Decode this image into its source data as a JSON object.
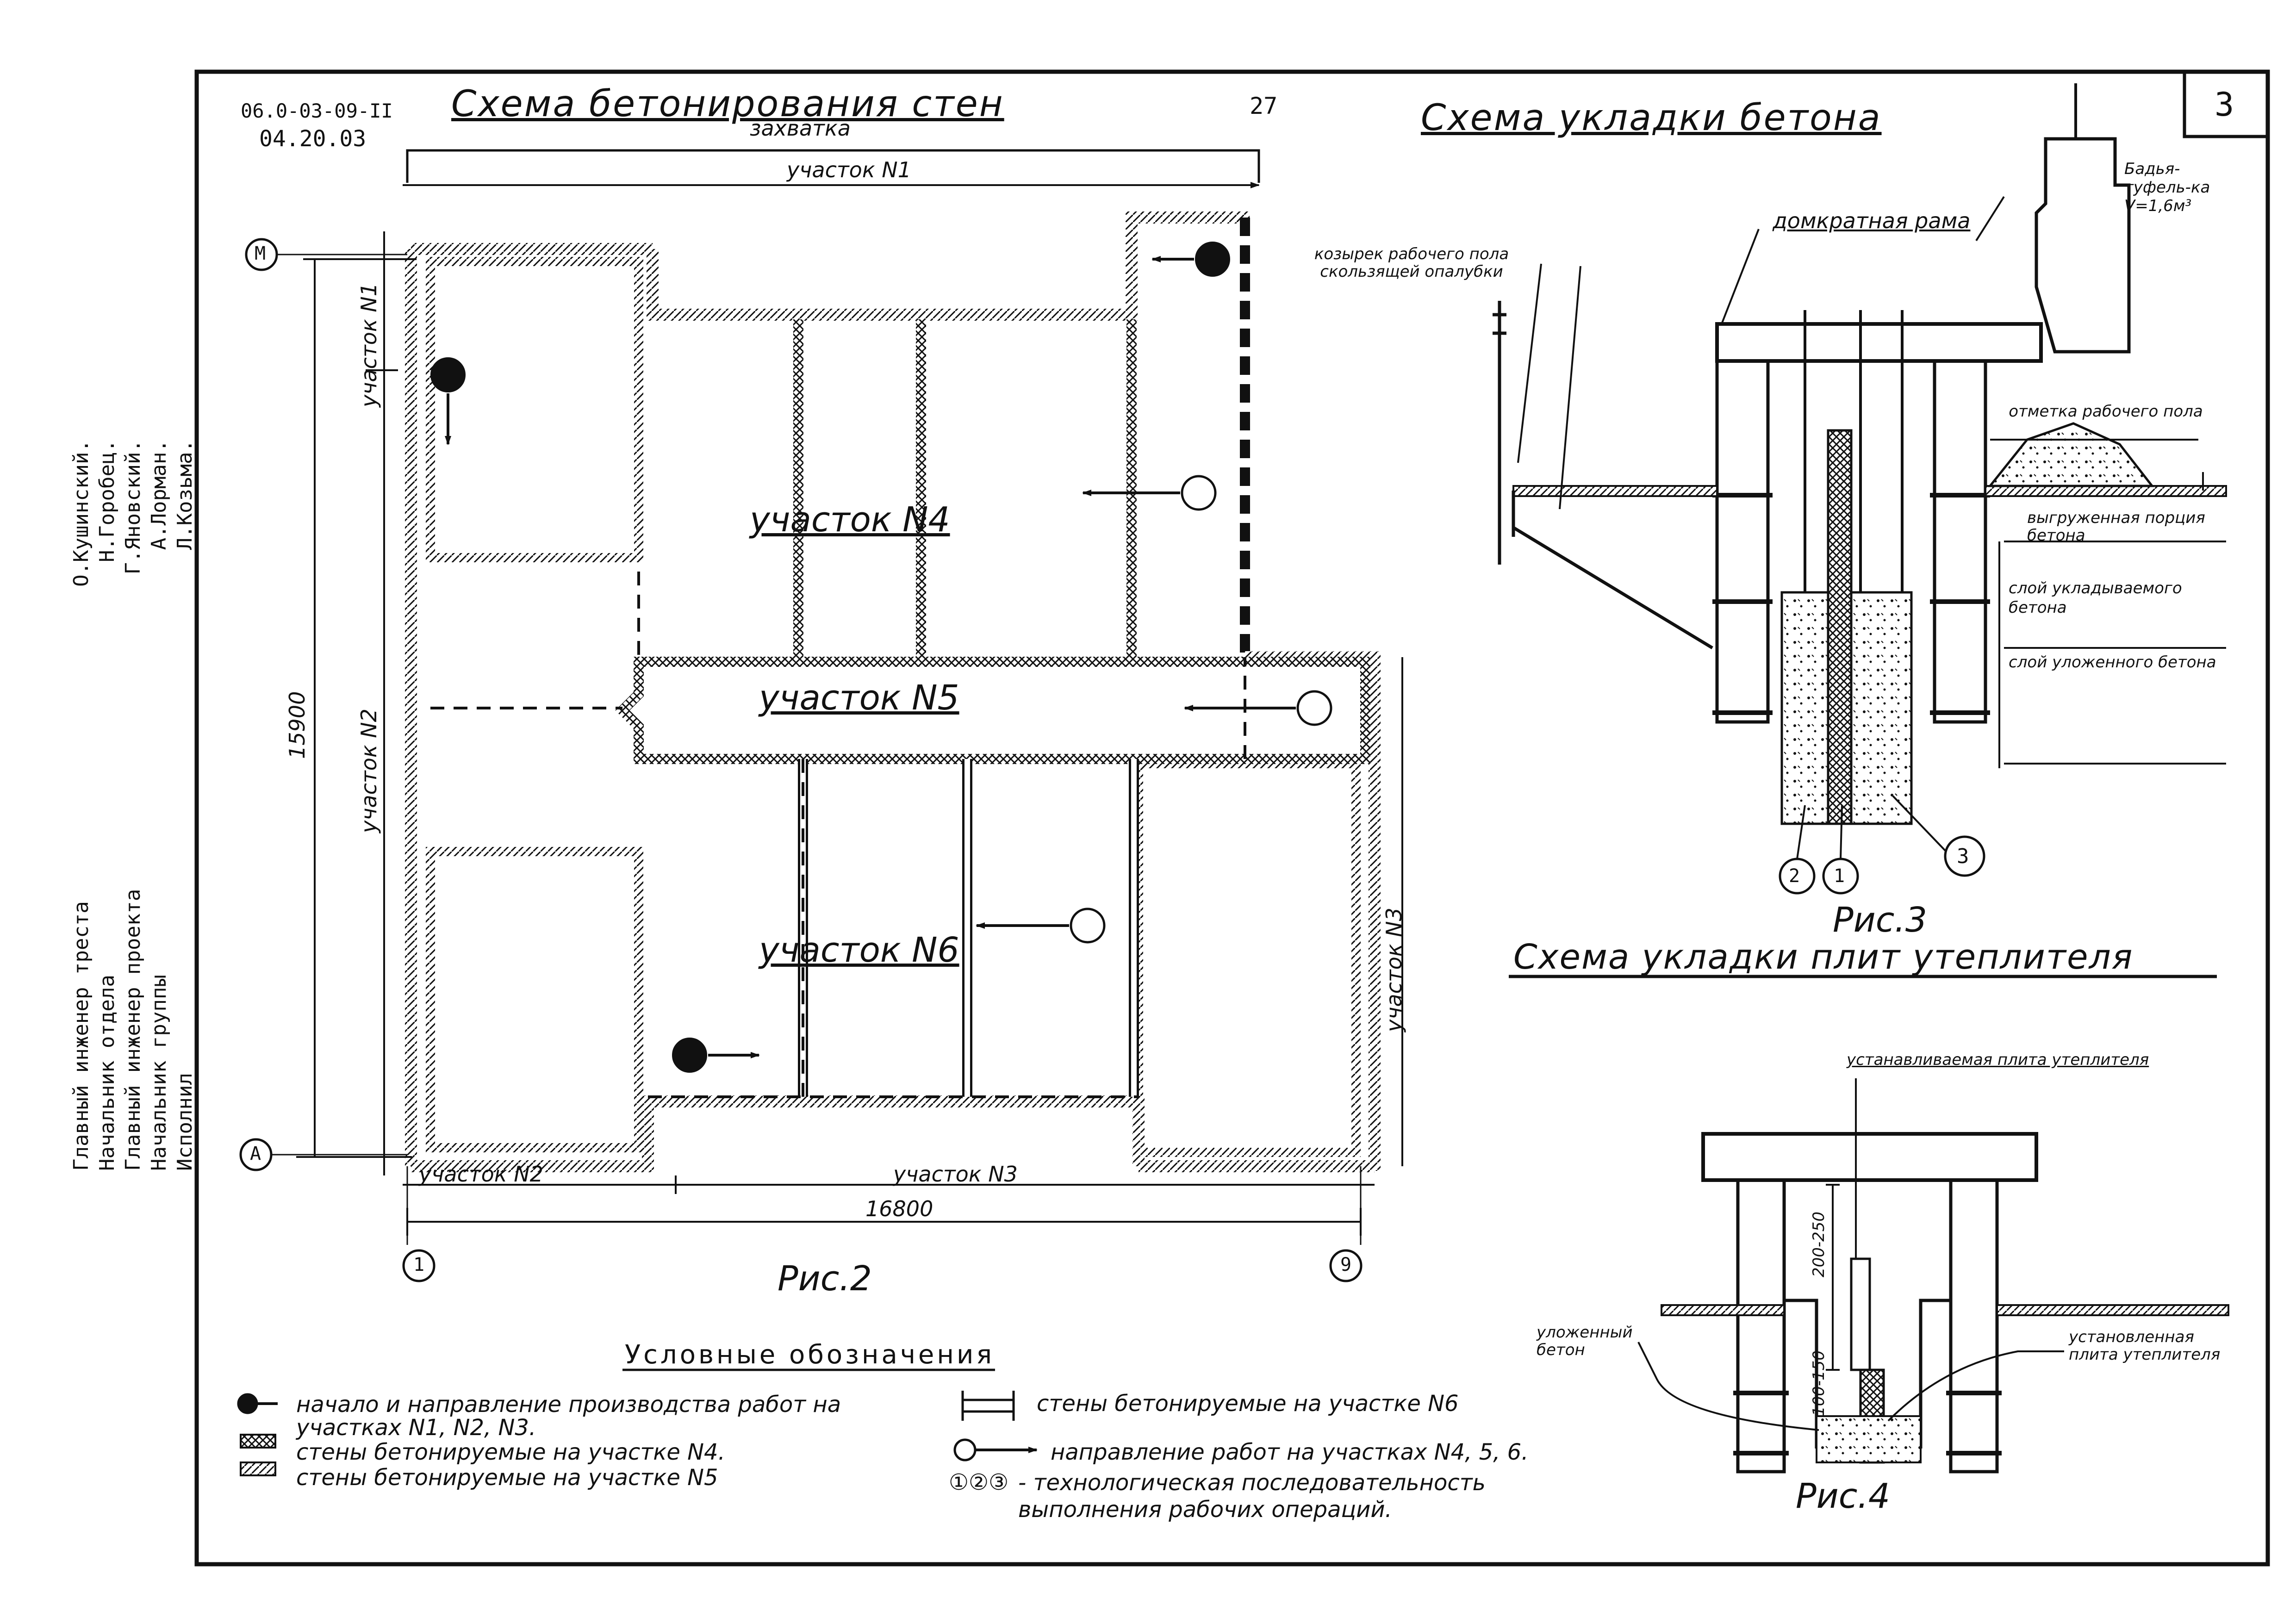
{
  "header": {
    "doc_code": "06.0-03-09-II",
    "date": "04.20.03",
    "title_walls": "Схема бетонирования стен",
    "page_number": "27",
    "title_placement": "Схема укладки бетона",
    "sheet_number": "3"
  },
  "plan": {
    "zakhvatka": "захватка",
    "section_1": "участок N1",
    "section_1_side": "участок N1",
    "section_2_side": "участок N2",
    "section_2_bottom": "участок N2",
    "section_3_bottom": "участок N3",
    "section_3_side": "участок N3",
    "section_4": "участок N4",
    "section_5": "участок N5",
    "section_6": "участок  N6",
    "dim_height": "15900",
    "dim_width": "16800",
    "axis_M": "М",
    "axis_A": "А",
    "axis_1": "1",
    "axis_9": "9",
    "caption": "Рис.2"
  },
  "fig3": {
    "caption": "Рис.3",
    "bucket": "Бадья-туфель-ка V=1,6м³",
    "jack_frame": "домкратная рама",
    "visor": "козырек рабочего пола скользящей опалубки",
    "floor_mark": "отметка рабочего пола",
    "unloaded": "выгруженная порция бетона",
    "layer_laying": "слой укладываемого бетона",
    "layer_laid": "слой уложенного бетона",
    "num_1": "1",
    "num_2": "2",
    "num_3": "3"
  },
  "fig4": {
    "title": "Схема укладки плит утеплителя",
    "installed_plate": "устанавливаемая плита утеплителя",
    "laid_concrete": "уложенный бетон",
    "installed_plate2": "установленная плита утеплителя",
    "dim_1": "200-250",
    "dim_2": "100-150",
    "caption": "Рис.4"
  },
  "legend": {
    "title": "Условные обозначения",
    "item_start": "начало и направление производства работ на участках N1, N2, N3.",
    "item_s4": "стены бетонируемые на участке N4.",
    "item_s5": "стены бетонируемые на участке N5",
    "item_s6": "стены бетонируемые на участке N6",
    "item_dir": "направление работ на участках N4, 5, 6.",
    "item_seq": "- технологическая последовательность выполнения рабочих операций.",
    "seq_symbols": "①②③"
  },
  "signatures": [
    {
      "role": "Главный инженер треста",
      "name": "О.Кушинский."
    },
    {
      "role": "Начальник отдела",
      "name": "Н.Горобец."
    },
    {
      "role": "Главный инженер проекта",
      "name": "Г.Яновский."
    },
    {
      "role": "Начальник группы",
      "name": "А.Лорман."
    },
    {
      "role": "Исполнил",
      "name": "Л.Козьма."
    }
  ],
  "colors": {
    "ink": "#111111",
    "paper": "#ffffff"
  }
}
